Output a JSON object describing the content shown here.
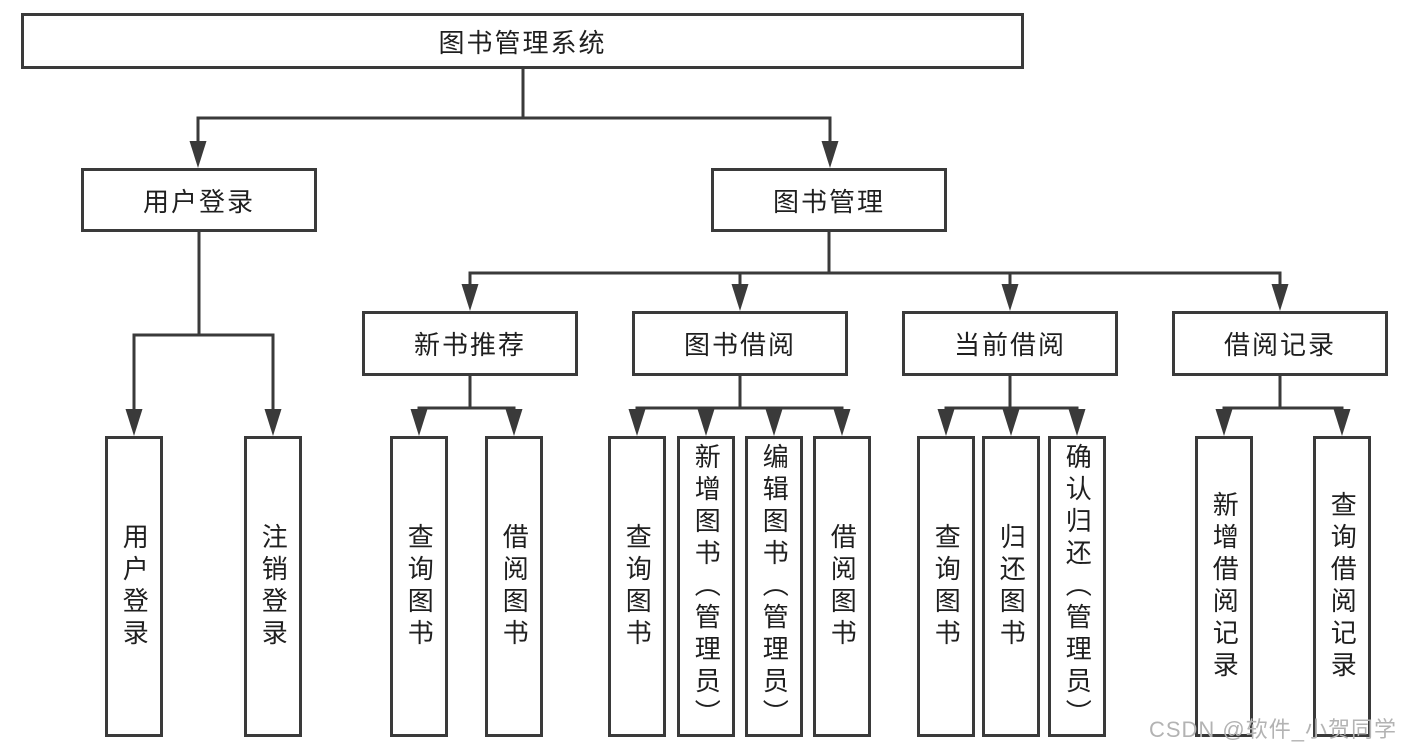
{
  "nodes": {
    "root": "图书管理系统",
    "user_login": {
      "label": "用户登录",
      "children": {
        "login": "用户登录",
        "logout": "注销登录"
      }
    },
    "book_mgmt": {
      "label": "图书管理",
      "children": {
        "new_book_rec": {
          "label": "新书推荐",
          "children": {
            "query_book": "查询图书",
            "borrow_book": "借阅图书"
          }
        },
        "book_borrow": {
          "label": "图书借阅",
          "children": {
            "query_book": "查询图书",
            "add_book": "新增图书（管理员）",
            "edit_book": "编辑图书（管理员）",
            "borrow_book": "借阅图书"
          }
        },
        "current_borrow": {
          "label": "当前借阅",
          "children": {
            "query_book": "查询图书",
            "return_book": "归还图书",
            "confirm_return": "确认归还（管理员）"
          }
        },
        "borrow_records": {
          "label": "借阅记录",
          "children": {
            "add_record": "新增借阅记录",
            "query_record": "查询借阅记录"
          }
        }
      }
    }
  },
  "watermark": {
    "text": "CSDN @软件_小贺同学"
  },
  "colors": {
    "line": "#3a3a3a",
    "text": "#1f1f1f",
    "background": "#ffffff",
    "watermark": "#b3b3b3"
  }
}
